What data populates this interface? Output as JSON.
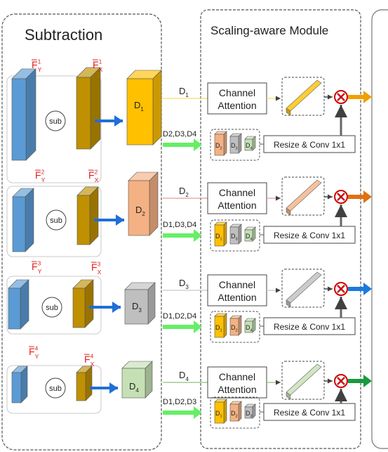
{
  "panels": {
    "subtraction_title": "Subtraction",
    "scaling_title": "Scaling-aware Module"
  },
  "features": [
    {
      "fy": "F",
      "fy_sup": "1",
      "fy_sub": "Y",
      "fx": "F",
      "fx_sup": "1",
      "fx_sub": "X",
      "op": "sub",
      "d": "D",
      "d_sub": "1"
    },
    {
      "fy": "F",
      "fy_sup": "2",
      "fy_sub": "Y",
      "fx": "F",
      "fx_sup": "2",
      "fx_sub": "X",
      "op": "sub",
      "d": "D",
      "d_sub": "2"
    },
    {
      "fy": "F",
      "fy_sup": "3",
      "fy_sub": "Y",
      "fx": "F",
      "fx_sup": "3",
      "fx_sub": "X",
      "op": "sub",
      "d": "D",
      "d_sub": "3"
    },
    {
      "fy": "F",
      "fy_sup": "4",
      "fy_sub": "Y",
      "fx": "F",
      "fx_sup": "4",
      "fx_sub": "X",
      "op": "sub",
      "d": "D",
      "d_sub": "4"
    }
  ],
  "rows": [
    {
      "d_label": "D",
      "d_label_sub": "1",
      "others_label": "D2,D3,D4",
      "ca_line1": "Channel",
      "ca_line2": "Attention",
      "resize_label": "Resize & Conv 1x1",
      "mini": [
        {
          "t": "D",
          "s": "2"
        },
        {
          "t": "D",
          "s": "3"
        },
        {
          "t": "D",
          "s": "4"
        }
      ]
    },
    {
      "d_label": "D",
      "d_label_sub": "2",
      "others_label": "D1,D3,D4",
      "ca_line1": "Channel",
      "ca_line2": "Attention",
      "resize_label": "Resize & Conv 1x1",
      "mini": [
        {
          "t": "D",
          "s": "1"
        },
        {
          "t": "D",
          "s": "3"
        },
        {
          "t": "D",
          "s": "4"
        }
      ]
    },
    {
      "d_label": "D",
      "d_label_sub": "3",
      "others_label": "D1,D2,D4",
      "ca_line1": "Channel",
      "ca_line2": "Attention",
      "resize_label": "Resize & Conv 1x1",
      "mini": [
        {
          "t": "D",
          "s": "1"
        },
        {
          "t": "D",
          "s": "2"
        },
        {
          "t": "D",
          "s": "4"
        }
      ]
    },
    {
      "d_label": "D",
      "d_label_sub": "4",
      "others_label": "D1,D2,D3",
      "ca_line1": "Channel",
      "ca_line2": "Attention",
      "resize_label": "Resize & Conv 1x1",
      "mini": [
        {
          "t": "D",
          "s": "1"
        },
        {
          "t": "D",
          "s": "2"
        },
        {
          "t": "D",
          "s": "3"
        }
      ]
    }
  ],
  "colors": {
    "fy_blue": "#5b9bd5",
    "fx_gold": "#bf9000",
    "d1": "#ffc000",
    "d2": "#f4b183",
    "d3": "#bfbfbf",
    "d4": "#c5e0b4",
    "flow_arrow": "#1f6fd6",
    "green_arrow": "#66ee66",
    "label_red": "#e02020",
    "out1": "#f0a000",
    "out2": "#e07010",
    "out3": "#1a7ae0",
    "out4": "#1a9a40"
  }
}
